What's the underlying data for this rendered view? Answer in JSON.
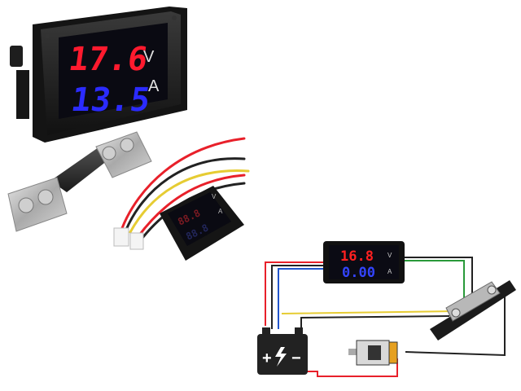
{
  "photo": {
    "main_meter": {
      "voltage": "17.6",
      "current": "13.5",
      "voltage_unit": "V",
      "current_unit": "A",
      "voltage_color": "#ff1a2e",
      "current_color": "#2b2bff"
    },
    "small_meter": {
      "voltage_unit": "V",
      "current_unit": "A"
    }
  },
  "diagram": {
    "meter": {
      "voltage": "16.8",
      "current": "0.00",
      "voltage_unit": "V",
      "current_unit": "A",
      "voltage_color": "#ff2020",
      "current_color": "#3344ff"
    },
    "battery": {
      "plus": "+",
      "minus": "−"
    },
    "wire_colors": {
      "red": "#e8202a",
      "black": "#222222",
      "blue": "#2255cc",
      "yellow": "#e6cc33",
      "green": "#2a9a3a"
    }
  }
}
